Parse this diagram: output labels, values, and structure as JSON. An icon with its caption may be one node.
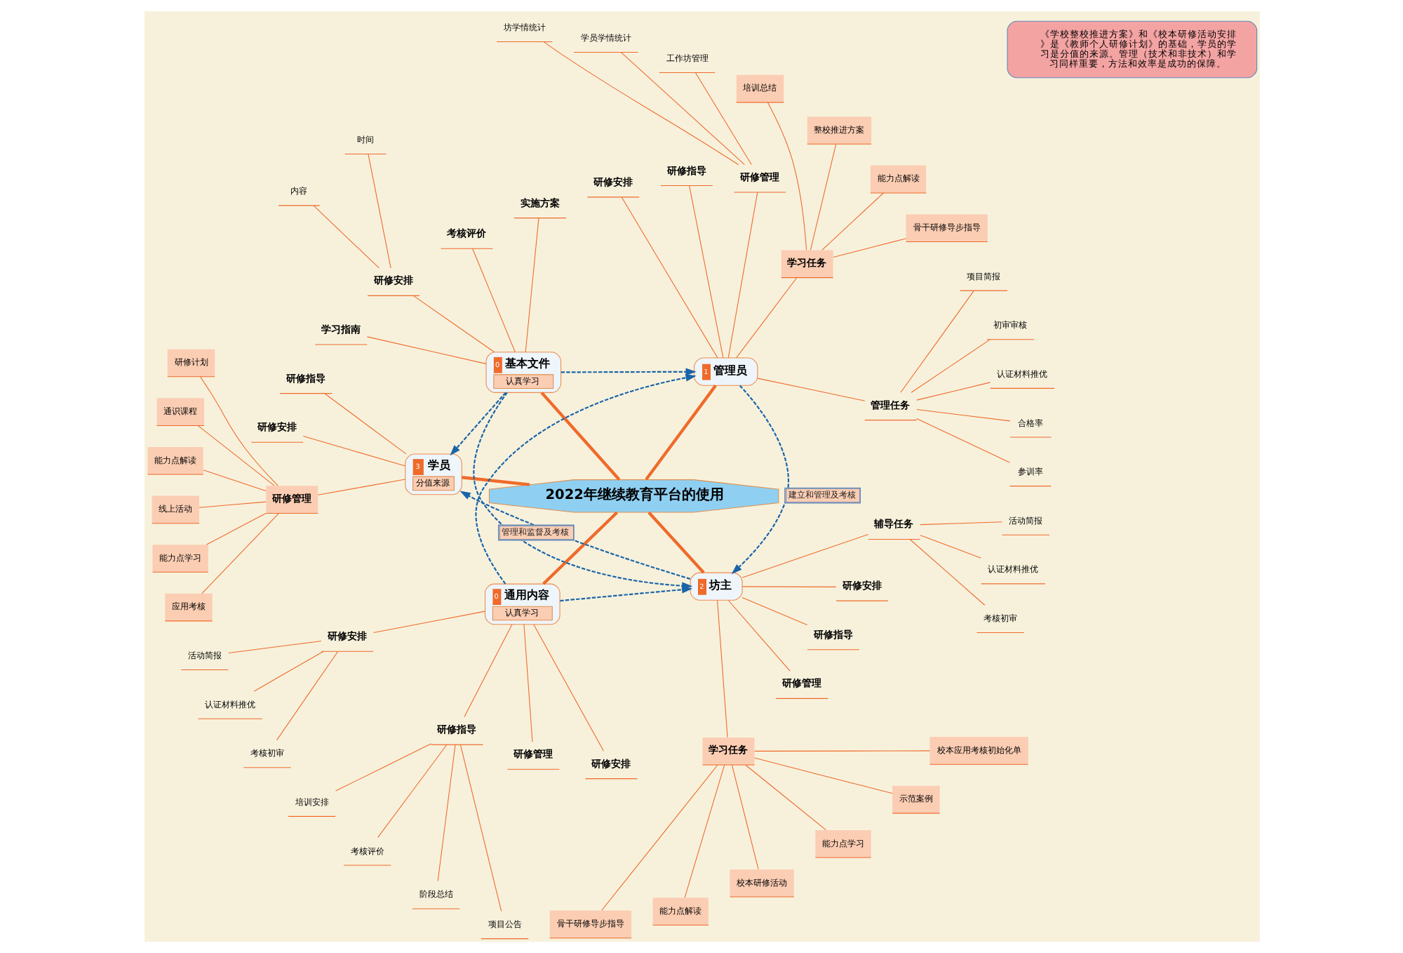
{
  "diagram": {
    "nodes": [
      {
        "text": [
          "2022年继续教育平台的使用"
        ]
      },
      {
        "text": [
          "《学校整校推进方案》和《校本研修活动安排》是《教师个人研修计划》的基础，学员的学习是分值的来源。管理（技术和非技术）和学习同样重要，方法和效率是成功的保障。"
        ]
      },
      {
        "text": [
          "1",
          "管理员"
        ]
      },
      {
        "text": [
          "管理任务"
        ]
      },
      {
        "text": [
          "参训率"
        ]
      },
      {
        "text": [
          "合格率"
        ]
      },
      {
        "text": [
          "认证材料推优"
        ]
      },
      {
        "text": [
          "初审审核"
        ]
      },
      {
        "text": [
          "项目简报"
        ]
      },
      {
        "text": [
          "学习任务"
        ]
      },
      {
        "text": [
          "骨干研修导步指导"
        ]
      },
      {
        "text": [
          "能力点解读"
        ]
      },
      {
        "text": [
          "整校推进方案"
        ]
      },
      {
        "text": [
          "培训总结"
        ]
      },
      {
        "text": [
          "研修管理"
        ]
      },
      {
        "text": [
          "工作坊管理"
        ]
      },
      {
        "text": [
          "学员学情统计"
        ]
      },
      {
        "text": [
          "坊学情统计"
        ]
      },
      {
        "text": [
          "研修指导"
        ]
      },
      {
        "text": [
          "研修安排"
        ]
      },
      {
        "text": [
          "0",
          "基本文件",
          "认真学习"
        ]
      },
      {
        "text": [
          "实施方案"
        ]
      },
      {
        "text": [
          "考核评价"
        ]
      },
      {
        "text": [
          "研修安排"
        ]
      },
      {
        "text": [
          "时间"
        ]
      },
      {
        "text": [
          "内容"
        ]
      },
      {
        "text": [
          "学习指南"
        ]
      },
      {
        "text": [
          "3",
          "学员",
          "分值来源"
        ]
      },
      {
        "text": [
          "研修指导"
        ]
      },
      {
        "text": [
          "研修安排"
        ]
      },
      {
        "text": [
          "研修管理"
        ]
      },
      {
        "text": [
          "研修计划"
        ]
      },
      {
        "text": [
          "通识课程"
        ]
      },
      {
        "text": [
          "能力点解读"
        ]
      },
      {
        "text": [
          "线上活动"
        ]
      },
      {
        "text": [
          "能力点学习"
        ]
      },
      {
        "text": [
          "应用考核"
        ]
      },
      {
        "text": [
          "0",
          "通用内容",
          "认真学习"
        ]
      },
      {
        "text": [
          "研修安排"
        ]
      },
      {
        "text": [
          "活动简报"
        ]
      },
      {
        "text": [
          "认证材料推优"
        ]
      },
      {
        "text": [
          "考核初审"
        ]
      },
      {
        "text": [
          "研修指导"
        ]
      },
      {
        "text": [
          "培训安排"
        ]
      },
      {
        "text": [
          "考核评价"
        ]
      },
      {
        "text": [
          "阶段总结"
        ]
      },
      {
        "text": [
          "项目公告"
        ]
      },
      {
        "text": [
          "研修管理"
        ]
      },
      {
        "text": [
          "研修安排"
        ]
      },
      {
        "text": [
          "2",
          "坊主"
        ]
      },
      {
        "text": [
          "学习任务"
        ]
      },
      {
        "text": [
          "骨干研修导步指导"
        ]
      },
      {
        "text": [
          "能力点解读"
        ]
      },
      {
        "text": [
          "校本研修活动"
        ]
      },
      {
        "text": [
          "能力点学习"
        ]
      },
      {
        "text": [
          "示范案例"
        ]
      },
      {
        "text": [
          "校本应用考核初始化单"
        ]
      },
      {
        "text": [
          "研修管理"
        ]
      },
      {
        "text": [
          "研修指导"
        ]
      },
      {
        "text": [
          "研修安排"
        ]
      },
      {
        "text": [
          "辅导任务"
        ]
      },
      {
        "text": [
          "考核初审"
        ]
      },
      {
        "text": [
          "认证材料推优"
        ]
      },
      {
        "text": [
          "活动简报"
        ]
      }
    ],
    "edges": [
      {
        "from": 0,
        "to": 2,
        "arrow": "none",
        "style": "thick"
      },
      {
        "from": 2,
        "to": 3,
        "arrow": "none"
      },
      {
        "from": 3,
        "to": 4,
        "arrow": "none"
      },
      {
        "from": 3,
        "to": 5,
        "arrow": "none"
      },
      {
        "from": 3,
        "to": 6,
        "arrow": "none"
      },
      {
        "from": 3,
        "to": 7,
        "arrow": "none"
      },
      {
        "from": 3,
        "to": 8,
        "arrow": "none"
      },
      {
        "from": 2,
        "to": 9,
        "arrow": "none"
      },
      {
        "from": 9,
        "to": 10,
        "arrow": "none"
      },
      {
        "from": 9,
        "to": 11,
        "arrow": "none"
      },
      {
        "from": 9,
        "to": 12,
        "arrow": "none"
      },
      {
        "from": 9,
        "to": 13,
        "arrow": "none"
      },
      {
        "from": 2,
        "to": 14,
        "arrow": "none"
      },
      {
        "from": 14,
        "to": 15,
        "arrow": "none"
      },
      {
        "from": 14,
        "to": 16,
        "arrow": "none"
      },
      {
        "from": 14,
        "to": 17,
        "arrow": "none"
      },
      {
        "from": 2,
        "to": 18,
        "arrow": "none"
      },
      {
        "from": 2,
        "to": 19,
        "arrow": "none"
      },
      {
        "from": 0,
        "to": 20,
        "arrow": "none",
        "style": "thick"
      },
      {
        "from": 20,
        "to": 21,
        "arrow": "none"
      },
      {
        "from": 20,
        "to": 22,
        "arrow": "none"
      },
      {
        "from": 20,
        "to": 23,
        "arrow": "none"
      },
      {
        "from": 23,
        "to": 24,
        "arrow": "none"
      },
      {
        "from": 23,
        "to": 25,
        "arrow": "none"
      },
      {
        "from": 20,
        "to": 26,
        "arrow": "none"
      },
      {
        "from": 0,
        "to": 27,
        "arrow": "none",
        "style": "thick"
      },
      {
        "from": 27,
        "to": 28,
        "arrow": "none"
      },
      {
        "from": 27,
        "to": 29,
        "arrow": "none"
      },
      {
        "from": 27,
        "to": 30,
        "arrow": "none"
      },
      {
        "from": 30,
        "to": 31,
        "arrow": "none"
      },
      {
        "from": 30,
        "to": 32,
        "arrow": "none"
      },
      {
        "from": 30,
        "to": 33,
        "arrow": "none"
      },
      {
        "from": 30,
        "to": 34,
        "arrow": "none"
      },
      {
        "from": 30,
        "to": 35,
        "arrow": "none"
      },
      {
        "from": 30,
        "to": 36,
        "arrow": "none"
      },
      {
        "from": 0,
        "to": 37,
        "arrow": "none",
        "style": "thick"
      },
      {
        "from": 37,
        "to": 38,
        "arrow": "none"
      },
      {
        "from": 38,
        "to": 39,
        "arrow": "none"
      },
      {
        "from": 38,
        "to": 40,
        "arrow": "none"
      },
      {
        "from": 38,
        "to": 41,
        "arrow": "none"
      },
      {
        "from": 37,
        "to": 42,
        "arrow": "none"
      },
      {
        "from": 42,
        "to": 43,
        "arrow": "none"
      },
      {
        "from": 42,
        "to": 44,
        "arrow": "none"
      },
      {
        "from": 42,
        "to": 45,
        "arrow": "none"
      },
      {
        "from": 42,
        "to": 46,
        "arrow": "none"
      },
      {
        "from": 37,
        "to": 47,
        "arrow": "none"
      },
      {
        "from": 37,
        "to": 48,
        "arrow": "none"
      },
      {
        "from": 0,
        "to": 49,
        "arrow": "none",
        "style": "thick"
      },
      {
        "from": 49,
        "to": 50,
        "arrow": "none"
      },
      {
        "from": 50,
        "to": 51,
        "arrow": "none"
      },
      {
        "from": 50,
        "to": 52,
        "arrow": "none"
      },
      {
        "from": 50,
        "to": 53,
        "arrow": "none"
      },
      {
        "from": 50,
        "to": 54,
        "arrow": "none"
      },
      {
        "from": 50,
        "to": 55,
        "arrow": "none"
      },
      {
        "from": 50,
        "to": 56,
        "arrow": "none"
      },
      {
        "from": 49,
        "to": 57,
        "arrow": "none"
      },
      {
        "from": 49,
        "to": 58,
        "arrow": "none"
      },
      {
        "from": 49,
        "to": 59,
        "arrow": "none"
      },
      {
        "from": 49,
        "to": 60,
        "arrow": "none"
      },
      {
        "from": 60,
        "to": 61,
        "arrow": "none"
      },
      {
        "from": 60,
        "to": 62,
        "arrow": "none"
      },
      {
        "from": 60,
        "to": 63,
        "arrow": "none"
      },
      {
        "from": 37,
        "to": 2,
        "arrow": "to",
        "style": "dashed",
        "color": "#1a64a8"
      },
      {
        "from": 2,
        "to": 49,
        "arrow": "to",
        "style": "dashed",
        "color": "#1a64a8",
        "label": "建立和管理及考核"
      },
      {
        "from": 20,
        "to": 2,
        "arrow": "to",
        "style": "dashed",
        "color": "#1a64a8"
      },
      {
        "from": 37,
        "to": 49,
        "arrow": "to",
        "style": "dashed",
        "color": "#1a64a8"
      },
      {
        "from": 20,
        "to": 49,
        "arrow": "to",
        "style": "dashed",
        "color": "#1a64a8"
      },
      {
        "from": 20,
        "to": 27,
        "arrow": "to",
        "style": "dashed",
        "color": "#1a64a8"
      },
      {
        "from": 49,
        "to": 27,
        "arrow": "to",
        "style": "dashed",
        "color": "#1a64a8",
        "label": "管理和监督及考核"
      }
    ]
  }
}
